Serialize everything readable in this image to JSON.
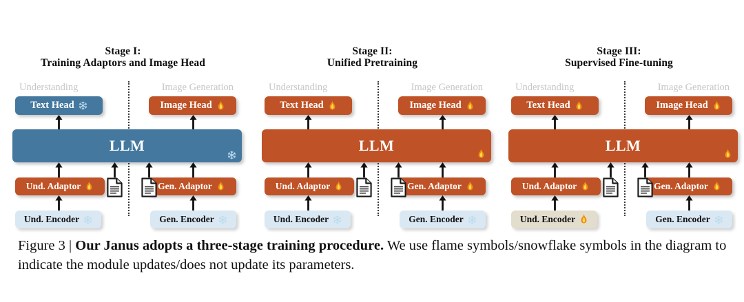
{
  "figure": {
    "caption_prefix": "Figure 3 | ",
    "caption_bold": "Our Janus adopts a three-stage training procedure.",
    "caption_rest": " We use flame symbols/snowflake symbols in the diagram to indicate the module updates/does not update its parameters."
  },
  "colors": {
    "blue": "#44789e",
    "orange": "#bf5226",
    "lightblue": "#d9e8f3",
    "beige": "#e3ddcd",
    "label_gray": "#c6c6c6",
    "text_dark": "#111111",
    "background": "#ffffff"
  },
  "section_labels": {
    "understanding": "Understanding",
    "image_generation": "Image Generation"
  },
  "stages": [
    {
      "title_line1": "Stage I:",
      "title_line2": "Training Adaptors and Image Head",
      "text_head": {
        "label": "Text Head",
        "state": "snowflake",
        "style": "blue"
      },
      "image_head": {
        "label": "Image Head",
        "state": "flame",
        "style": "orange"
      },
      "llm": {
        "label": "LLM",
        "state": "snowflake",
        "style": "blue"
      },
      "und_adaptor": {
        "label": "Und. Adaptor",
        "state": "flame",
        "style": "orange"
      },
      "gen_adaptor": {
        "label": "Gen. Adaptor",
        "state": "flame",
        "style": "orange"
      },
      "und_encoder": {
        "label": "Und. Encoder",
        "state": "snowflake",
        "style": "lightblue"
      },
      "gen_encoder": {
        "label": "Gen. Encoder",
        "state": "snowflake",
        "style": "lightblue"
      }
    },
    {
      "title_line1": "Stage II:",
      "title_line2": "Unified Pretraining",
      "text_head": {
        "label": "Text Head",
        "state": "flame",
        "style": "orange"
      },
      "image_head": {
        "label": "Image Head",
        "state": "flame",
        "style": "orange"
      },
      "llm": {
        "label": "LLM",
        "state": "flame",
        "style": "orange"
      },
      "und_adaptor": {
        "label": "Und. Adaptor",
        "state": "flame",
        "style": "orange"
      },
      "gen_adaptor": {
        "label": "Gen. Adaptor",
        "state": "flame",
        "style": "orange"
      },
      "und_encoder": {
        "label": "Und. Encoder",
        "state": "snowflake",
        "style": "lightblue"
      },
      "gen_encoder": {
        "label": "Gen. Encoder",
        "state": "snowflake",
        "style": "lightblue"
      }
    },
    {
      "title_line1": "Stage III:",
      "title_line2": "Supervised Fine-tuning",
      "text_head": {
        "label": "Text Head",
        "state": "flame",
        "style": "orange"
      },
      "image_head": {
        "label": "Image Head",
        "state": "flame",
        "style": "orange"
      },
      "llm": {
        "label": "LLM",
        "state": "flame",
        "style": "orange"
      },
      "und_adaptor": {
        "label": "Und. Adaptor",
        "state": "flame",
        "style": "orange"
      },
      "gen_adaptor": {
        "label": "Gen. Adaptor",
        "state": "flame",
        "style": "orange"
      },
      "und_encoder": {
        "label": "Und. Encoder",
        "state": "flame",
        "style": "beige"
      },
      "gen_encoder": {
        "label": "Gen. Encoder",
        "state": "snowflake",
        "style": "lightblue"
      }
    }
  ],
  "icons": {
    "document": "document-icon",
    "flame": "flame-icon",
    "snowflake": "snowflake-icon",
    "arrow_up": "arrow-up-icon"
  }
}
